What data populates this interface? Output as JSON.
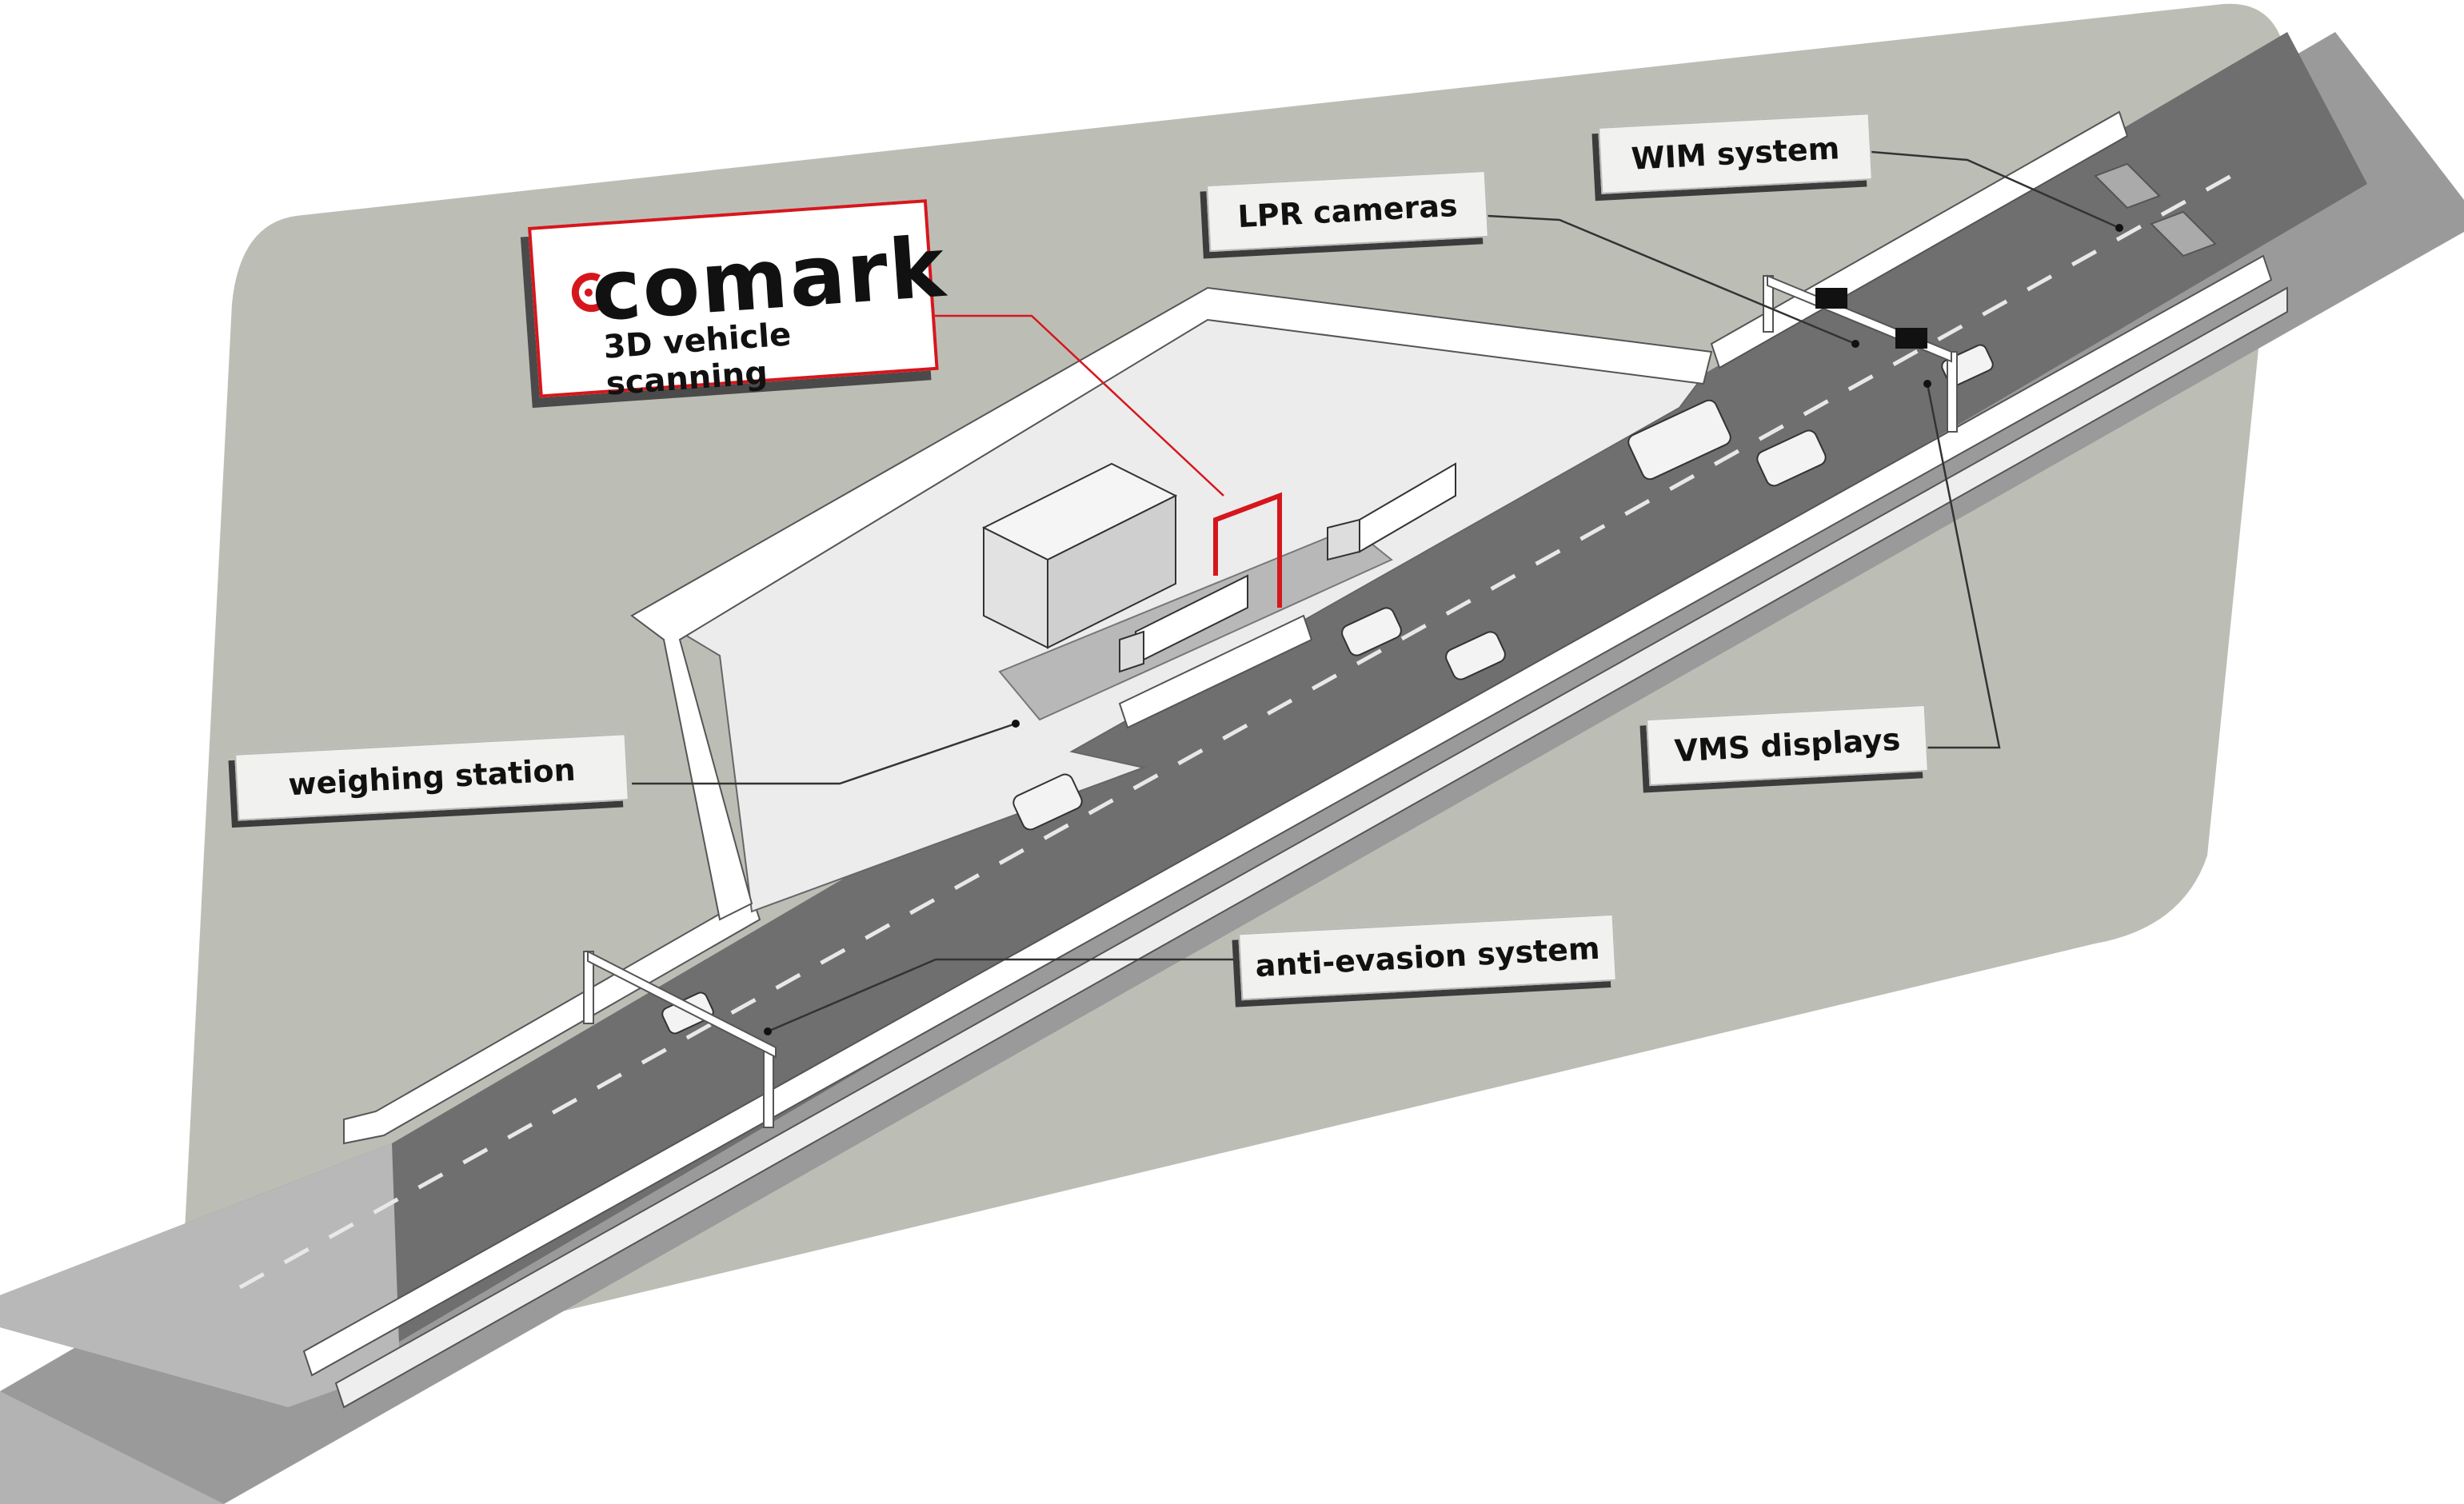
{
  "logo": {
    "brand": "comark",
    "subtitle": "3D vehicle scanning",
    "accent_color": "#d5171d"
  },
  "labels": {
    "wim_system": "WIM system",
    "lpr_cameras": "LPR cameras",
    "weighing_station": "weighing station",
    "vms_displays": "VMS displays",
    "anti_evasion_system": "anti-evasion system"
  },
  "colors": {
    "background_panel": "#bcbeb6",
    "road_surface": "#6f6f6f",
    "station_area": "#ececec",
    "highlight": "#d5171d"
  }
}
